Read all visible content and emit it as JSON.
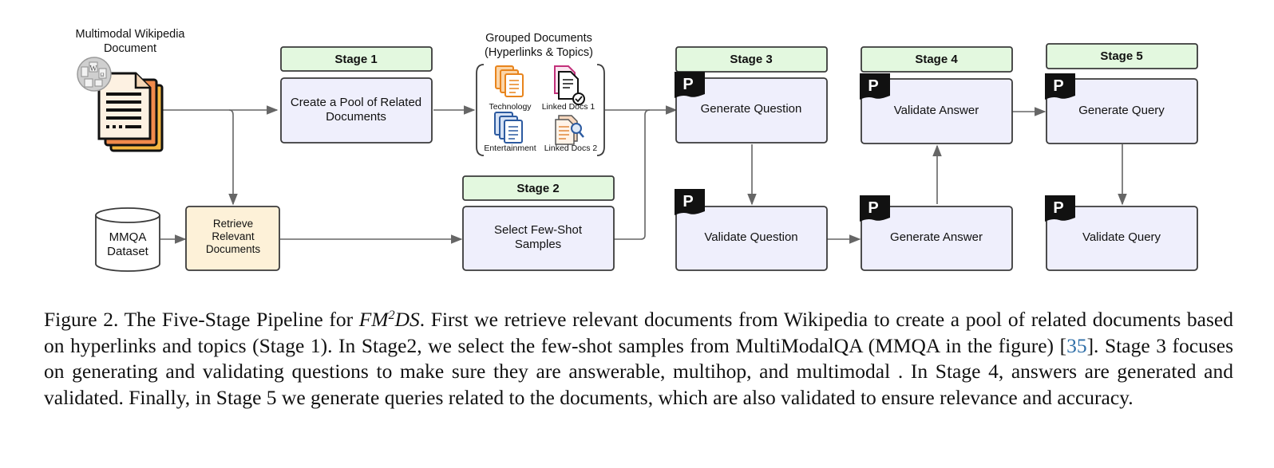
{
  "source": {
    "label_line1": "Multimodal Wikipedia",
    "label_line2": "Document",
    "wiki_icon": "wikipedia-globe-icon",
    "doc_icon": "document-stack-icon"
  },
  "dataset": {
    "line1": "MMQA",
    "line2": "Dataset"
  },
  "retrieve": {
    "line1": "Retrieve",
    "line2": "Relevant",
    "line3": "Documents"
  },
  "grouped": {
    "title_line1": "Grouped Documents",
    "title_line2": "(Hyperlinks & Topics)",
    "items": [
      {
        "label": "Technology",
        "color": "#e8841c"
      },
      {
        "label": "Linked Docs 1",
        "color": "#c2307a"
      },
      {
        "label": "Entertainment",
        "color": "#2c5aa0"
      },
      {
        "label": "Linked Docs 2",
        "color": "#e0883a"
      }
    ]
  },
  "stages": {
    "s1": {
      "label": "Stage 1",
      "task_line1": "Create a Pool of Related",
      "task_line2": "Documents"
    },
    "s2": {
      "label": "Stage 2",
      "task_line1": "Select Few-Shot",
      "task_line2": "Samples"
    },
    "s3": {
      "label": "Stage 3",
      "task": "Generate Question",
      "task_b": "Validate Question"
    },
    "s4": {
      "label": "Stage 4",
      "task": "Validate Answer",
      "task_b": "Generate Answer"
    },
    "s5": {
      "label": "Stage 5",
      "task": "Generate Query",
      "task_b": "Validate Query"
    }
  },
  "prompt_badge": {
    "letter": "P",
    "icon": "prompt-flag-icon"
  },
  "colors": {
    "stage_header_fill": "#e3f8df",
    "task_fill": "#efeffc",
    "retrieve_fill": "#fdf1d8",
    "stroke": "#3a3a3a",
    "arrow": "#666666"
  },
  "caption": {
    "prefix": "Figure 2. The Five-Stage Pipeline for ",
    "name_a": "FM",
    "name_sup": "2",
    "name_b": "DS",
    "text_1": ". First we retrieve relevant documents from Wikipedia to create a pool of related documents based on hyperlinks and topics (Stage 1). In Stage2, we select the few-shot samples from MultiModalQA (MMQA in the figure) [",
    "ref": "35",
    "text_2": "]. Stage 3 focuses on generating and validating questions to make sure they are answerable, multihop, and multimodal . In Stage 4, answers are generated and validated. Finally, in Stage 5 we generate queries related to the documents, which are also validated to ensure relevance and accuracy."
  }
}
